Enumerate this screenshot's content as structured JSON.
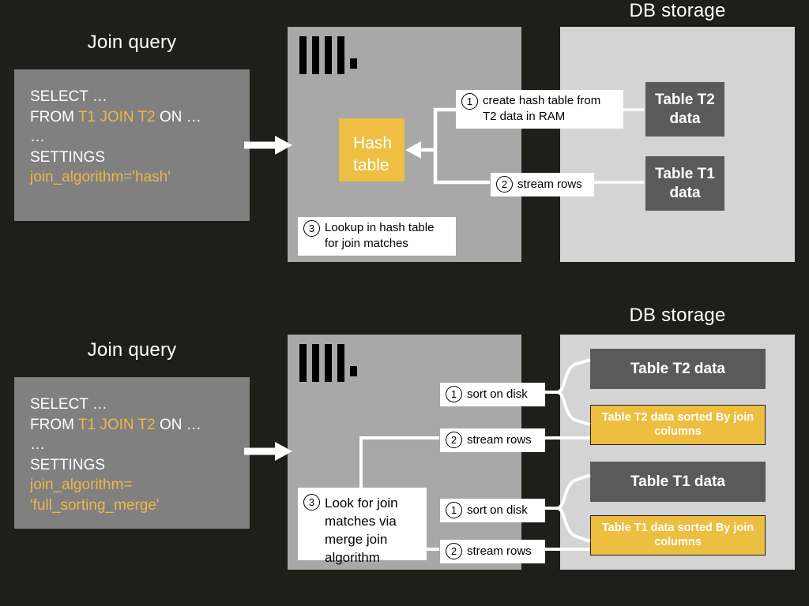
{
  "meta": {
    "background_color": "#1e1f1a",
    "accent_yellow": "#eebe41",
    "engine_gray": "#a8a8a8",
    "storage_gray": "#d4d4d4",
    "table_dark": "#5a5a5a",
    "query_box_gray": "#808080"
  },
  "top": {
    "query_title": "Join query",
    "storage_title": "DB storage",
    "query": {
      "line1": "SELECT …",
      "line2_from": "FROM ",
      "line2_kw": "T1 JOIN T2",
      "line2_tail": " ON …",
      "line3": "…",
      "line4": "SETTINGS",
      "line5_kw": "join_algorithm='hash'"
    },
    "hash_table_line1": "Hash",
    "hash_table_line2": "table",
    "logo_name": "clickhouse-logo",
    "callouts": [
      {
        "num": "1",
        "text": "create hash table from\nT2 data in RAM"
      },
      {
        "num": "2",
        "text": "stream rows"
      },
      {
        "num": "3",
        "text": "Lookup in hash table\nfor join matches"
      }
    ],
    "tables": [
      {
        "label": "Table T2\ndata",
        "kind": "dark"
      },
      {
        "label": "Table T1\ndata",
        "kind": "dark"
      }
    ]
  },
  "bottom": {
    "query_title": "Join query",
    "storage_title": "DB storage",
    "query": {
      "line1": "SELECT …",
      "line2_from": "FROM ",
      "line2_kw": "T1 JOIN T2",
      "line2_tail": " ON …",
      "line3": "…",
      "line4": "SETTINGS",
      "line5_kw": "join_algorithm=",
      "line6_kw": "'full_sorting_merge'"
    },
    "logo_name": "clickhouse-logo",
    "callouts": [
      {
        "num": "1",
        "text": "sort on disk"
      },
      {
        "num": "2",
        "text": "stream rows"
      },
      {
        "num": "3",
        "text": "Look for join\nmatches via\nmerge join\nalgorithm"
      },
      {
        "num": "1",
        "text": "sort on disk"
      },
      {
        "num": "2",
        "text": "stream rows"
      }
    ],
    "tables": [
      {
        "label": "Table T2 data",
        "kind": "dark"
      },
      {
        "label": "Table T2 data sorted\nBy join columns",
        "kind": "yellow"
      },
      {
        "label": "Table T1 data",
        "kind": "dark"
      },
      {
        "label": "Table T1 data sorted\nBy join columns",
        "kind": "yellow"
      }
    ]
  }
}
